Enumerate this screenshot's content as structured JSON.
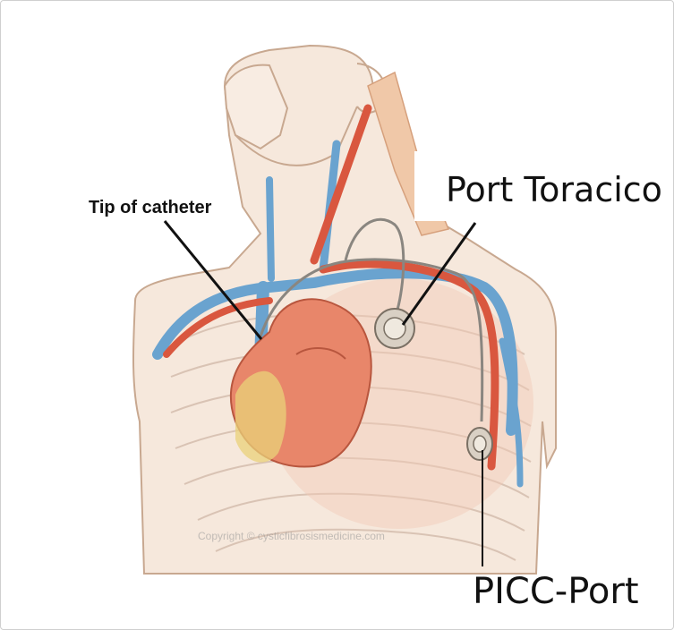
{
  "labels": {
    "tip_of_catheter": "Tip of catheter",
    "port_toracico": "Port Toracico",
    "picc_port": "PICC-Port"
  },
  "watermark": "Copyright © cysticfibrosismedicine.com",
  "colors": {
    "skin_outline": "#c8a890",
    "skin_fill": "#f6e8dc",
    "vein": "#6aa3cf",
    "artery": "#d9573f",
    "heart": "#e8866a",
    "heart_yellow": "#e9d27a",
    "device": "#d9d0c4",
    "leader_line": "#111111"
  }
}
